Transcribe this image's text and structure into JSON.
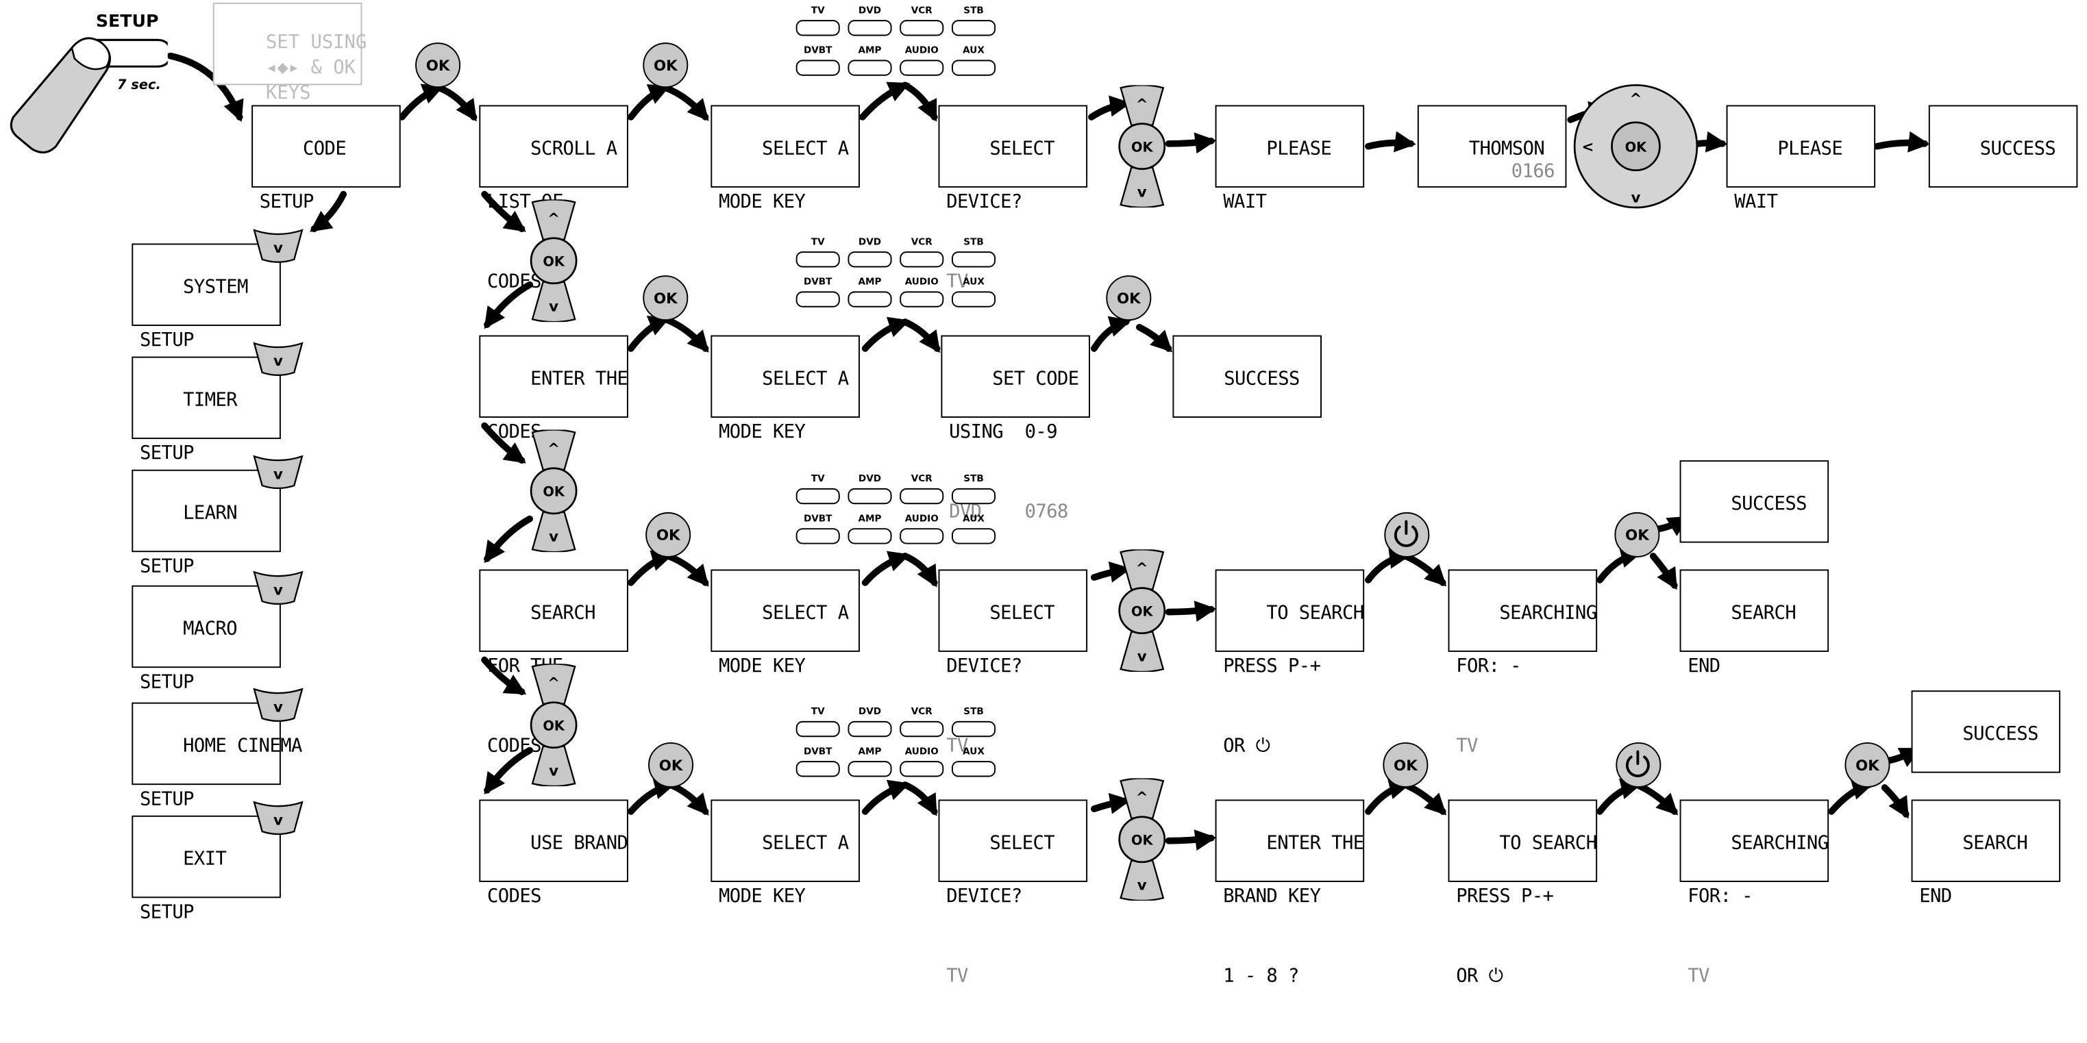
{
  "hand": {
    "setup_label": "SETUP",
    "seconds_label": "7 sec."
  },
  "ghost_hint": {
    "line1": "SET USING",
    "line2": "◂◆▸ & OK",
    "line3": "KEYS"
  },
  "ok_label": "OK",
  "mode_keys": {
    "row1": [
      "TV",
      "DVD",
      "VCR",
      "STB"
    ],
    "row2": [
      "DVBT",
      "AMP",
      "AUDIO",
      "AUX"
    ]
  },
  "dpad_labels": {
    "up": "^",
    "down": "v",
    "left": "<",
    "ok": "OK"
  },
  "menu": [
    {
      "l1": "CODE",
      "l2": "SETUP"
    },
    {
      "l1": "SYSTEM",
      "l2": "SETUP"
    },
    {
      "l1": "TIMER",
      "l2": "SETUP"
    },
    {
      "l1": "LEARN",
      "l2": "SETUP"
    },
    {
      "l1": "MACRO",
      "l2": "SETUP"
    },
    {
      "l1": "HOME CINEMA",
      "l2": "SETUP"
    },
    {
      "l1": "EXIT",
      "l2": "SETUP"
    }
  ],
  "row1": {
    "scroll": {
      "l1": "SCROLL A",
      "l2": "LIST OF",
      "l3": "CODES"
    },
    "select_mode": {
      "l1": "SELECT A",
      "l2": "MODE KEY"
    },
    "select_device": {
      "l1": "SELECT",
      "l2": "DEVICE?",
      "sub": "TV"
    },
    "please_wait_1": {
      "l1": "PLEASE",
      "l2": "WAIT"
    },
    "brand": {
      "l1": "THOMSON",
      "code": "0166"
    },
    "please_wait_2": {
      "l1": "PLEASE",
      "l2": "WAIT"
    },
    "success": {
      "l1": "SUCCESS"
    }
  },
  "row2": {
    "enter_codes": {
      "l1": "ENTER THE",
      "l2": "CODES"
    },
    "select_mode": {
      "l1": "SELECT A",
      "l2": "MODE KEY"
    },
    "set_code": {
      "l1": "SET CODE",
      "l2": "USING  0-9",
      "sub": "DVD    0768"
    },
    "success": {
      "l1": "SUCCESS"
    }
  },
  "row3": {
    "search_codes": {
      "l1": "SEARCH",
      "l2": "FOR THE",
      "l3": "CODES"
    },
    "select_mode": {
      "l1": "SELECT A",
      "l2": "MODE KEY"
    },
    "select_device": {
      "l1": "SELECT",
      "l2": "DEVICE?",
      "sub": "TV"
    },
    "to_search": {
      "l1": "TO SEARCH",
      "l2": "PRESS P-+",
      "l3": "OR ⏻"
    },
    "searching": {
      "l1": "SEARCHING",
      "l2": "FOR: -",
      "sub": "TV"
    },
    "success": {
      "l1": "SUCCESS"
    },
    "search_end": {
      "l1": "SEARCH",
      "l2": "END"
    }
  },
  "row4": {
    "brand_codes": {
      "l1": "USE BRAND",
      "l2": "CODES"
    },
    "select_mode": {
      "l1": "SELECT A",
      "l2": "MODE KEY"
    },
    "select_device": {
      "l1": "SELECT",
      "l2": "DEVICE?",
      "sub": "TV"
    },
    "enter_brand": {
      "l1": "ENTER THE",
      "l2": "BRAND KEY",
      "l3": "1 - 8 ?"
    },
    "to_search": {
      "l1": "TO SEARCH",
      "l2": "PRESS P-+",
      "l3": "OR ⏻"
    },
    "searching": {
      "l1": "SEARCHING",
      "l2": "FOR: -",
      "sub": "TV"
    },
    "success": {
      "l1": "SUCCESS"
    },
    "search_end": {
      "l1": "SEARCH",
      "l2": "END"
    }
  }
}
